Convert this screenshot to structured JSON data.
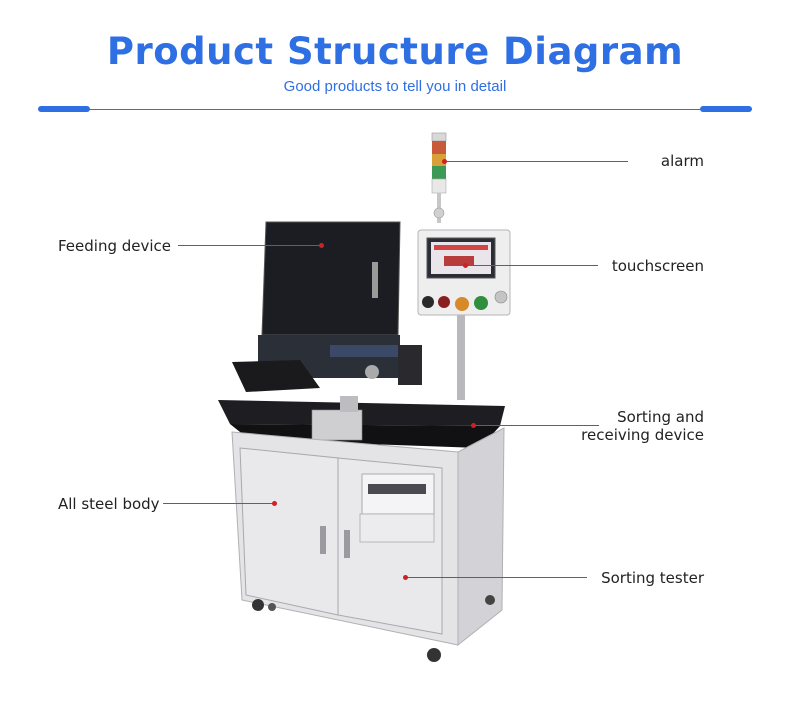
{
  "header": {
    "title": "Product Structure Diagram",
    "subtitle": "Good products to tell you in detail"
  },
  "colors": {
    "accent": "#2f6fe4",
    "leader": "#cc3333",
    "machine_body": "#e6e6e8",
    "machine_dark": "#1b1b1f"
  },
  "labels": {
    "alarm": "alarm",
    "feeding_device": "Feeding device",
    "touchscreen": "touchscreen",
    "sorting_receiving_line1": "Sorting and",
    "sorting_receiving_line2": "receiving device",
    "all_steel_body": "All steel body",
    "sorting_tester": "Sorting tester"
  }
}
